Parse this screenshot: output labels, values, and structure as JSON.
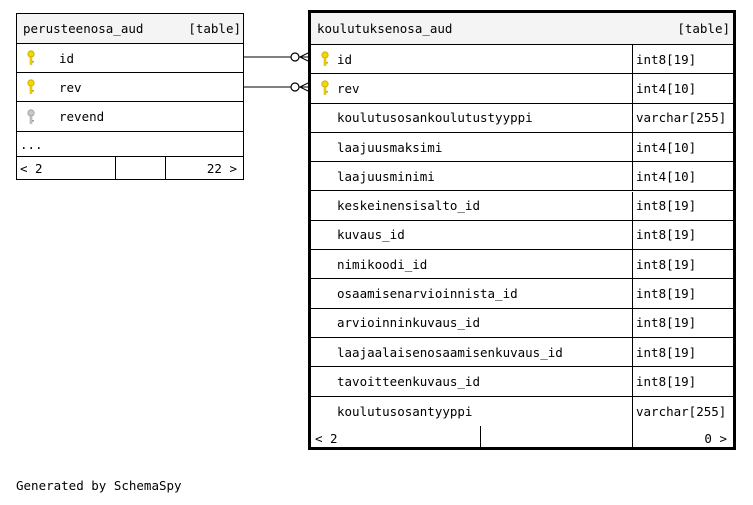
{
  "left_table": {
    "name": "perusteenosa_aud",
    "tag": "[table]",
    "columns": [
      {
        "name": "id",
        "key": "primary"
      },
      {
        "name": "rev",
        "key": "primary"
      },
      {
        "name": "revend",
        "key": "foreign"
      }
    ],
    "more": "...",
    "nav": {
      "left": "< 2",
      "middle": "",
      "right": "22 >"
    }
  },
  "right_table": {
    "name": "koulutuksenosa_aud",
    "tag": "[table]",
    "columns": [
      {
        "name": "id",
        "type": "int8[19]",
        "key": "primary"
      },
      {
        "name": "rev",
        "type": "int4[10]",
        "key": "primary"
      },
      {
        "name": "koulutusosankoulutustyyppi",
        "type": "varchar[255]"
      },
      {
        "name": "laajuusmaksimi",
        "type": "int4[10]"
      },
      {
        "name": "laajuusminimi",
        "type": "int4[10]"
      },
      {
        "name": "keskeinensisalto_id",
        "type": "int8[19]"
      },
      {
        "name": "kuvaus_id",
        "type": "int8[19]"
      },
      {
        "name": "nimikoodi_id",
        "type": "int8[19]"
      },
      {
        "name": "osaamisenarvioinnista_id",
        "type": "int8[19]"
      },
      {
        "name": "arvioinninkuvaus_id",
        "type": "int8[19]"
      },
      {
        "name": "laajaalaisenosaamisenkuvaus_id",
        "type": "int8[19]"
      },
      {
        "name": "tavoitteenkuvaus_id",
        "type": "int8[19]"
      },
      {
        "name": "koulutusosantyyppi",
        "type": "varchar[255]"
      }
    ],
    "nav": {
      "left": "< 2",
      "middle": "",
      "right": "0 >"
    }
  },
  "footer": "Generated by SchemaSpy",
  "colors": {
    "primary_key": "#f2d600",
    "foreign_key": "#b0b0b0"
  }
}
